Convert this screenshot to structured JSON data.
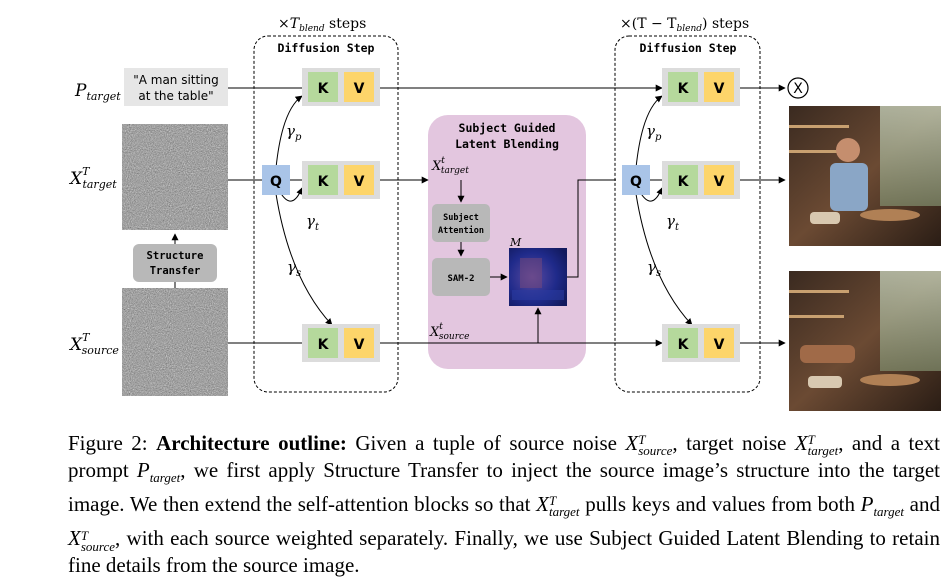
{
  "inputs": {
    "p_target": {
      "symbol": "P",
      "sub": "target"
    },
    "x_target": {
      "symbol": "X",
      "sup": "T",
      "sub": "target"
    },
    "x_source": {
      "symbol": "X",
      "sup": "T",
      "sub": "source"
    },
    "prompt_line1": "\"A man sitting",
    "prompt_line2": "at the table\""
  },
  "structure_transfer": {
    "line1": "Structure",
    "line2": "Transfer"
  },
  "blend_steps": {
    "prefix": "×",
    "symbol": "T",
    "sub": "blend",
    "suffix": " steps",
    "label": "Diffusion Step"
  },
  "remaining_steps": {
    "label_prefix": "×(T − T",
    "sub": "blend",
    "label_suffix": ") steps",
    "label": "Diffusion Step"
  },
  "tokens": {
    "q": "Q",
    "k": "K",
    "v": "V"
  },
  "gammas": {
    "p": "γ",
    "p_sub": "p",
    "t": "γ",
    "t_sub": "t",
    "s": "γ",
    "s_sub": "s"
  },
  "blending": {
    "title_line1": "Subject Guided",
    "title_line2": "Latent Blending",
    "subject_attention_line1": "Subject",
    "subject_attention_line2": "Attention",
    "sam": "SAM-2",
    "mask_label": "M",
    "x_target_t": {
      "symbol": "X",
      "sup": "t",
      "sub": "target"
    },
    "x_source_t": {
      "symbol": "X",
      "sup": "t",
      "sub": "source"
    }
  },
  "output_cross": "X",
  "caption": {
    "fig": "Figure 2:",
    "bold": "Architecture outline:",
    "t1": " Given a tuple of source noise ",
    "t2": ", target noise ",
    "t3": ", and a text prompt ",
    "t4": ", we first apply Structure Transfer to inject the source image’s structure into the target image. We then extend the self-attention blocks so that ",
    "t5": " pulls keys and values from both ",
    "t6": " and ",
    "t7": ", with each source weighted separately. Finally, we use Subject Guided Latent Blending to retain fine details from the source image.",
    "x": "X",
    "p": "P",
    "sup_t": "T",
    "source": "source",
    "target": "target"
  },
  "colors": {
    "q": "#a9c4e8",
    "k": "#b5d99c",
    "v": "#fdd56a",
    "token_bg": "#dcdcdc",
    "blend_bg": "#e3c6df",
    "gray_box": "#b8b8b8",
    "prompt_bg": "#e6e6e6"
  }
}
